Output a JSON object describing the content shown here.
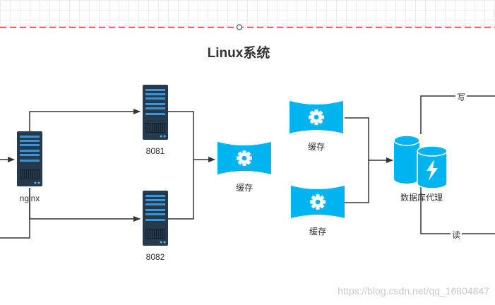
{
  "diagram": {
    "title": "Linux系统",
    "nodes": {
      "nginx": {
        "label": "nginx",
        "icon": "server-icon"
      },
      "server_8081": {
        "label": "8081",
        "icon": "server-icon"
      },
      "server_8082": {
        "label": "8082",
        "icon": "server-icon"
      },
      "cache_main": {
        "label": "缓存",
        "icon": "cache-gear-icon"
      },
      "cache_top": {
        "label": "缓存",
        "icon": "cache-gear-icon"
      },
      "cache_bottom": {
        "label": "缓存",
        "icon": "cache-gear-icon"
      },
      "db_proxy": {
        "label": "数据库代理",
        "icon": "database-lightning-icon"
      }
    },
    "edges": {
      "write_label": "写",
      "read_label": "读"
    }
  },
  "colors": {
    "divider": "#e03030",
    "connector": "#333333",
    "server_body": "#263a4e",
    "cache_accent": "#00b4f0"
  },
  "watermark": "https://blog.csdn.net/qq_16804847"
}
